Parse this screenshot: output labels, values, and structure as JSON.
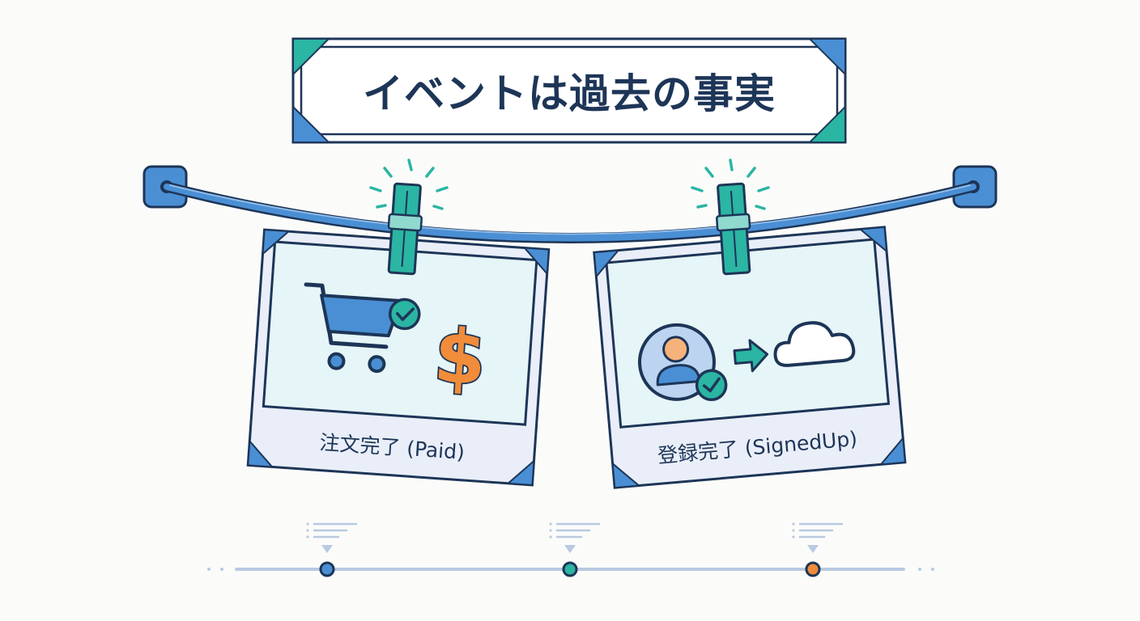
{
  "title": "イベントは過去の事実",
  "events": [
    {
      "label": "注文完了 (Paid)",
      "icons": [
        "shopping-cart-icon",
        "check-icon",
        "dollar-icon"
      ],
      "pin_color": "#2bb5a3"
    },
    {
      "label": "登録完了 (SignedUp)",
      "icons": [
        "user-icon",
        "check-icon",
        "arrow-right-icon",
        "cloud-icon"
      ],
      "pin_color": "#2bb5a3"
    }
  ],
  "timeline": {
    "markers": [
      {
        "color": "#4a8fd4"
      },
      {
        "color": "#2bb5a3"
      },
      {
        "color": "#f08c3a"
      }
    ]
  },
  "colors": {
    "navy": "#1d3557",
    "blue": "#4a8fd4",
    "teal": "#2bb5a3",
    "orange": "#f08c3a",
    "card_fill": "#e6f5f7",
    "card_frame": "#e9eef8"
  }
}
